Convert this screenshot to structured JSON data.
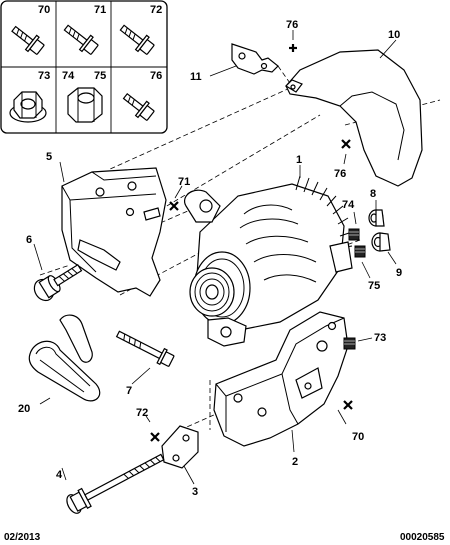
{
  "legend": {
    "row1": [
      "70",
      "71",
      "72"
    ],
    "row2": [
      "73",
      "74",
      "75",
      "76"
    ]
  },
  "callouts": {
    "c1": "1",
    "c2": "2",
    "c3": "3",
    "c4": "4",
    "c5": "5",
    "c6": "6",
    "c7": "7",
    "c8": "8",
    "c9": "9",
    "c10": "10",
    "c11": "11",
    "c20": "20",
    "c70": "70",
    "c71": "71",
    "c72": "72",
    "c73": "73",
    "c74": "74",
    "c75": "75",
    "c76a": "76",
    "c76b": "76"
  },
  "footer": {
    "date": "02/2013",
    "ref": "00020585"
  }
}
